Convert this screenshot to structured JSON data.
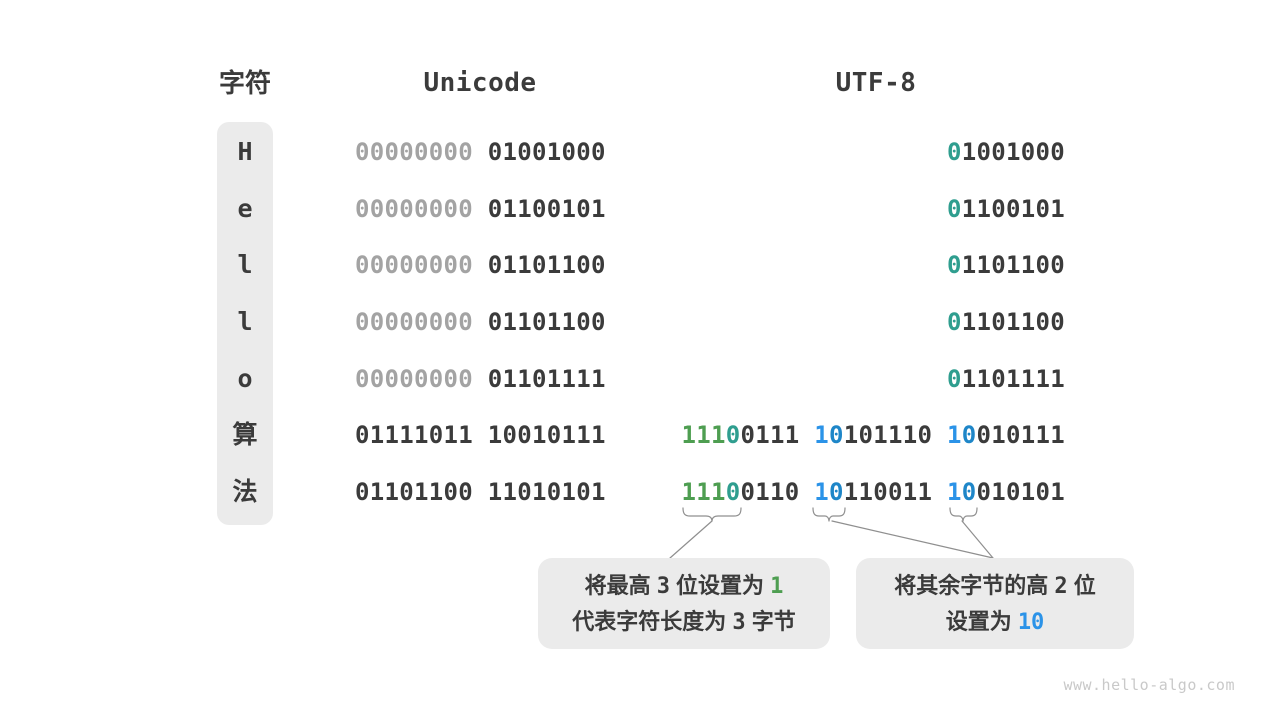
{
  "headers": {
    "char": "字符",
    "unicode": "Unicode",
    "utf8": "UTF-8"
  },
  "colors": {
    "dark": "#3b3b3b",
    "gray_zeros": "#a3a3a3",
    "teal": "#2f9e8f",
    "green": "#4e9e51",
    "blue": "#2b93e8",
    "blue_dark": "#1e86c8",
    "panel_bg": "#ebebeb",
    "connector": "#8f8f8f",
    "watermark": "#c9c9c9"
  },
  "rows": [
    {
      "char": "H",
      "unicode_segs": [
        {
          "t": "00000000 ",
          "c": "gray"
        },
        {
          "t": "01001000",
          "c": "dark"
        }
      ],
      "utf8_segs": [
        {
          "t": "0",
          "c": "teal"
        },
        {
          "t": "1001000",
          "c": "dark"
        }
      ]
    },
    {
      "char": "e",
      "unicode_segs": [
        {
          "t": "00000000 ",
          "c": "gray"
        },
        {
          "t": "01100101",
          "c": "dark"
        }
      ],
      "utf8_segs": [
        {
          "t": "0",
          "c": "teal"
        },
        {
          "t": "1100101",
          "c": "dark"
        }
      ]
    },
    {
      "char": "l",
      "unicode_segs": [
        {
          "t": "00000000 ",
          "c": "gray"
        },
        {
          "t": "01101100",
          "c": "dark"
        }
      ],
      "utf8_segs": [
        {
          "t": "0",
          "c": "teal"
        },
        {
          "t": "1101100",
          "c": "dark"
        }
      ]
    },
    {
      "char": "l",
      "unicode_segs": [
        {
          "t": "00000000 ",
          "c": "gray"
        },
        {
          "t": "01101100",
          "c": "dark"
        }
      ],
      "utf8_segs": [
        {
          "t": "0",
          "c": "teal"
        },
        {
          "t": "1101100",
          "c": "dark"
        }
      ]
    },
    {
      "char": "o",
      "unicode_segs": [
        {
          "t": "00000000 ",
          "c": "gray"
        },
        {
          "t": "01101111",
          "c": "dark"
        }
      ],
      "utf8_segs": [
        {
          "t": "0",
          "c": "teal"
        },
        {
          "t": "1101111",
          "c": "dark"
        }
      ]
    },
    {
      "char": "算",
      "unicode_segs": [
        {
          "t": "01111011 10010111",
          "c": "dark"
        }
      ],
      "utf8_segs": [
        {
          "t": "111",
          "c": "green"
        },
        {
          "t": "0",
          "c": "teal"
        },
        {
          "t": "0111 ",
          "c": "dark"
        },
        {
          "t": "1",
          "c": "blue"
        },
        {
          "t": "0",
          "c": "blue0"
        },
        {
          "t": "101110 ",
          "c": "dark"
        },
        {
          "t": "1",
          "c": "blue"
        },
        {
          "t": "0",
          "c": "blue0"
        },
        {
          "t": "010111",
          "c": "dark"
        }
      ]
    },
    {
      "char": "法",
      "unicode_segs": [
        {
          "t": "01101100 11010101",
          "c": "dark"
        }
      ],
      "utf8_segs": [
        {
          "t": "111",
          "c": "green"
        },
        {
          "t": "0",
          "c": "teal"
        },
        {
          "t": "0110 ",
          "c": "dark"
        },
        {
          "t": "1",
          "c": "blue"
        },
        {
          "t": "0",
          "c": "blue0"
        },
        {
          "t": "110011 ",
          "c": "dark"
        },
        {
          "t": "1",
          "c": "blue"
        },
        {
          "t": "0",
          "c": "blue0"
        },
        {
          "t": "010101",
          "c": "dark"
        }
      ]
    }
  ],
  "notes": {
    "left": {
      "lines": [
        [
          {
            "t": "将最高 ",
            "c": "dark"
          },
          {
            "t": "3",
            "c": "dark",
            "mono": true
          },
          {
            "t": " 位设置为 ",
            "c": "dark"
          },
          {
            "t": "1",
            "c": "green",
            "mono": true
          }
        ],
        [
          {
            "t": "代表字符长度为 ",
            "c": "dark"
          },
          {
            "t": "3",
            "c": "dark",
            "mono": true
          },
          {
            "t": " 字节",
            "c": "dark"
          }
        ]
      ]
    },
    "right": {
      "lines": [
        [
          {
            "t": "将其余字节的高 ",
            "c": "dark"
          },
          {
            "t": "2",
            "c": "dark",
            "mono": true
          },
          {
            "t": " 位",
            "c": "dark"
          }
        ],
        [
          {
            "t": "设置为 ",
            "c": "dark"
          },
          {
            "t": "10",
            "c": "blue",
            "mono": true
          }
        ]
      ]
    }
  },
  "watermark": "www.hello-algo.com"
}
